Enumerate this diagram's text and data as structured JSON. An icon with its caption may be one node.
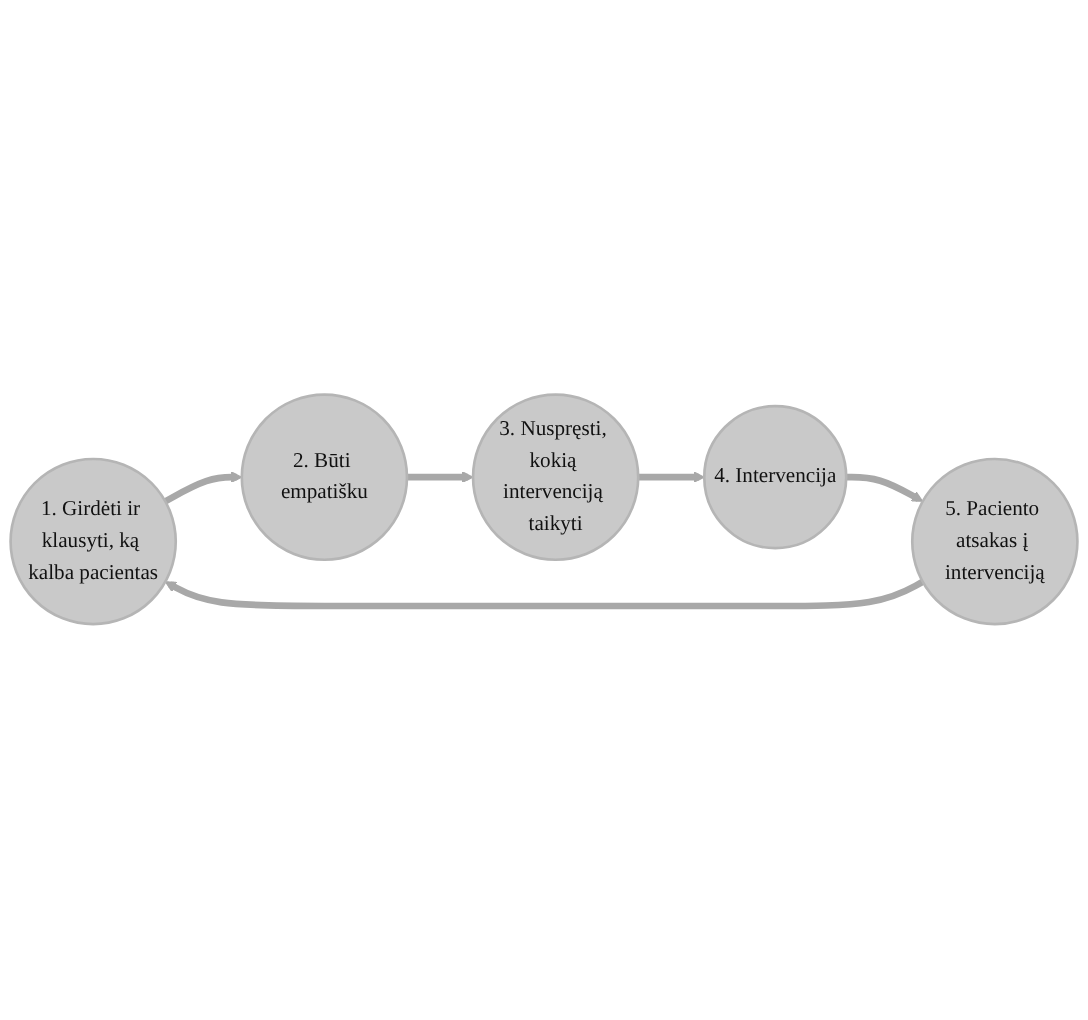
{
  "diagram": {
    "nodes": [
      {
        "text": [
          "1. Girdėti ir klausyti, ką kalba pacientas"
        ]
      },
      {
        "text": [
          "2. Būti empatišku"
        ]
      },
      {
        "text": [
          "3. Nuspręsti, kokią intervenciją taikyti"
        ]
      },
      {
        "text": [
          "4. Intervencija"
        ]
      },
      {
        "text": [
          "5. Paciento atsakas į intervenciją"
        ]
      }
    ],
    "edges": [
      {
        "from": 0,
        "to": 1,
        "arrow": "to"
      },
      {
        "from": 1,
        "to": 2,
        "arrow": "to"
      },
      {
        "from": 2,
        "to": 3,
        "arrow": "to"
      },
      {
        "from": 3,
        "to": 4,
        "arrow": "to"
      },
      {
        "from": 4,
        "to": 0,
        "arrow": "to"
      }
    ]
  }
}
